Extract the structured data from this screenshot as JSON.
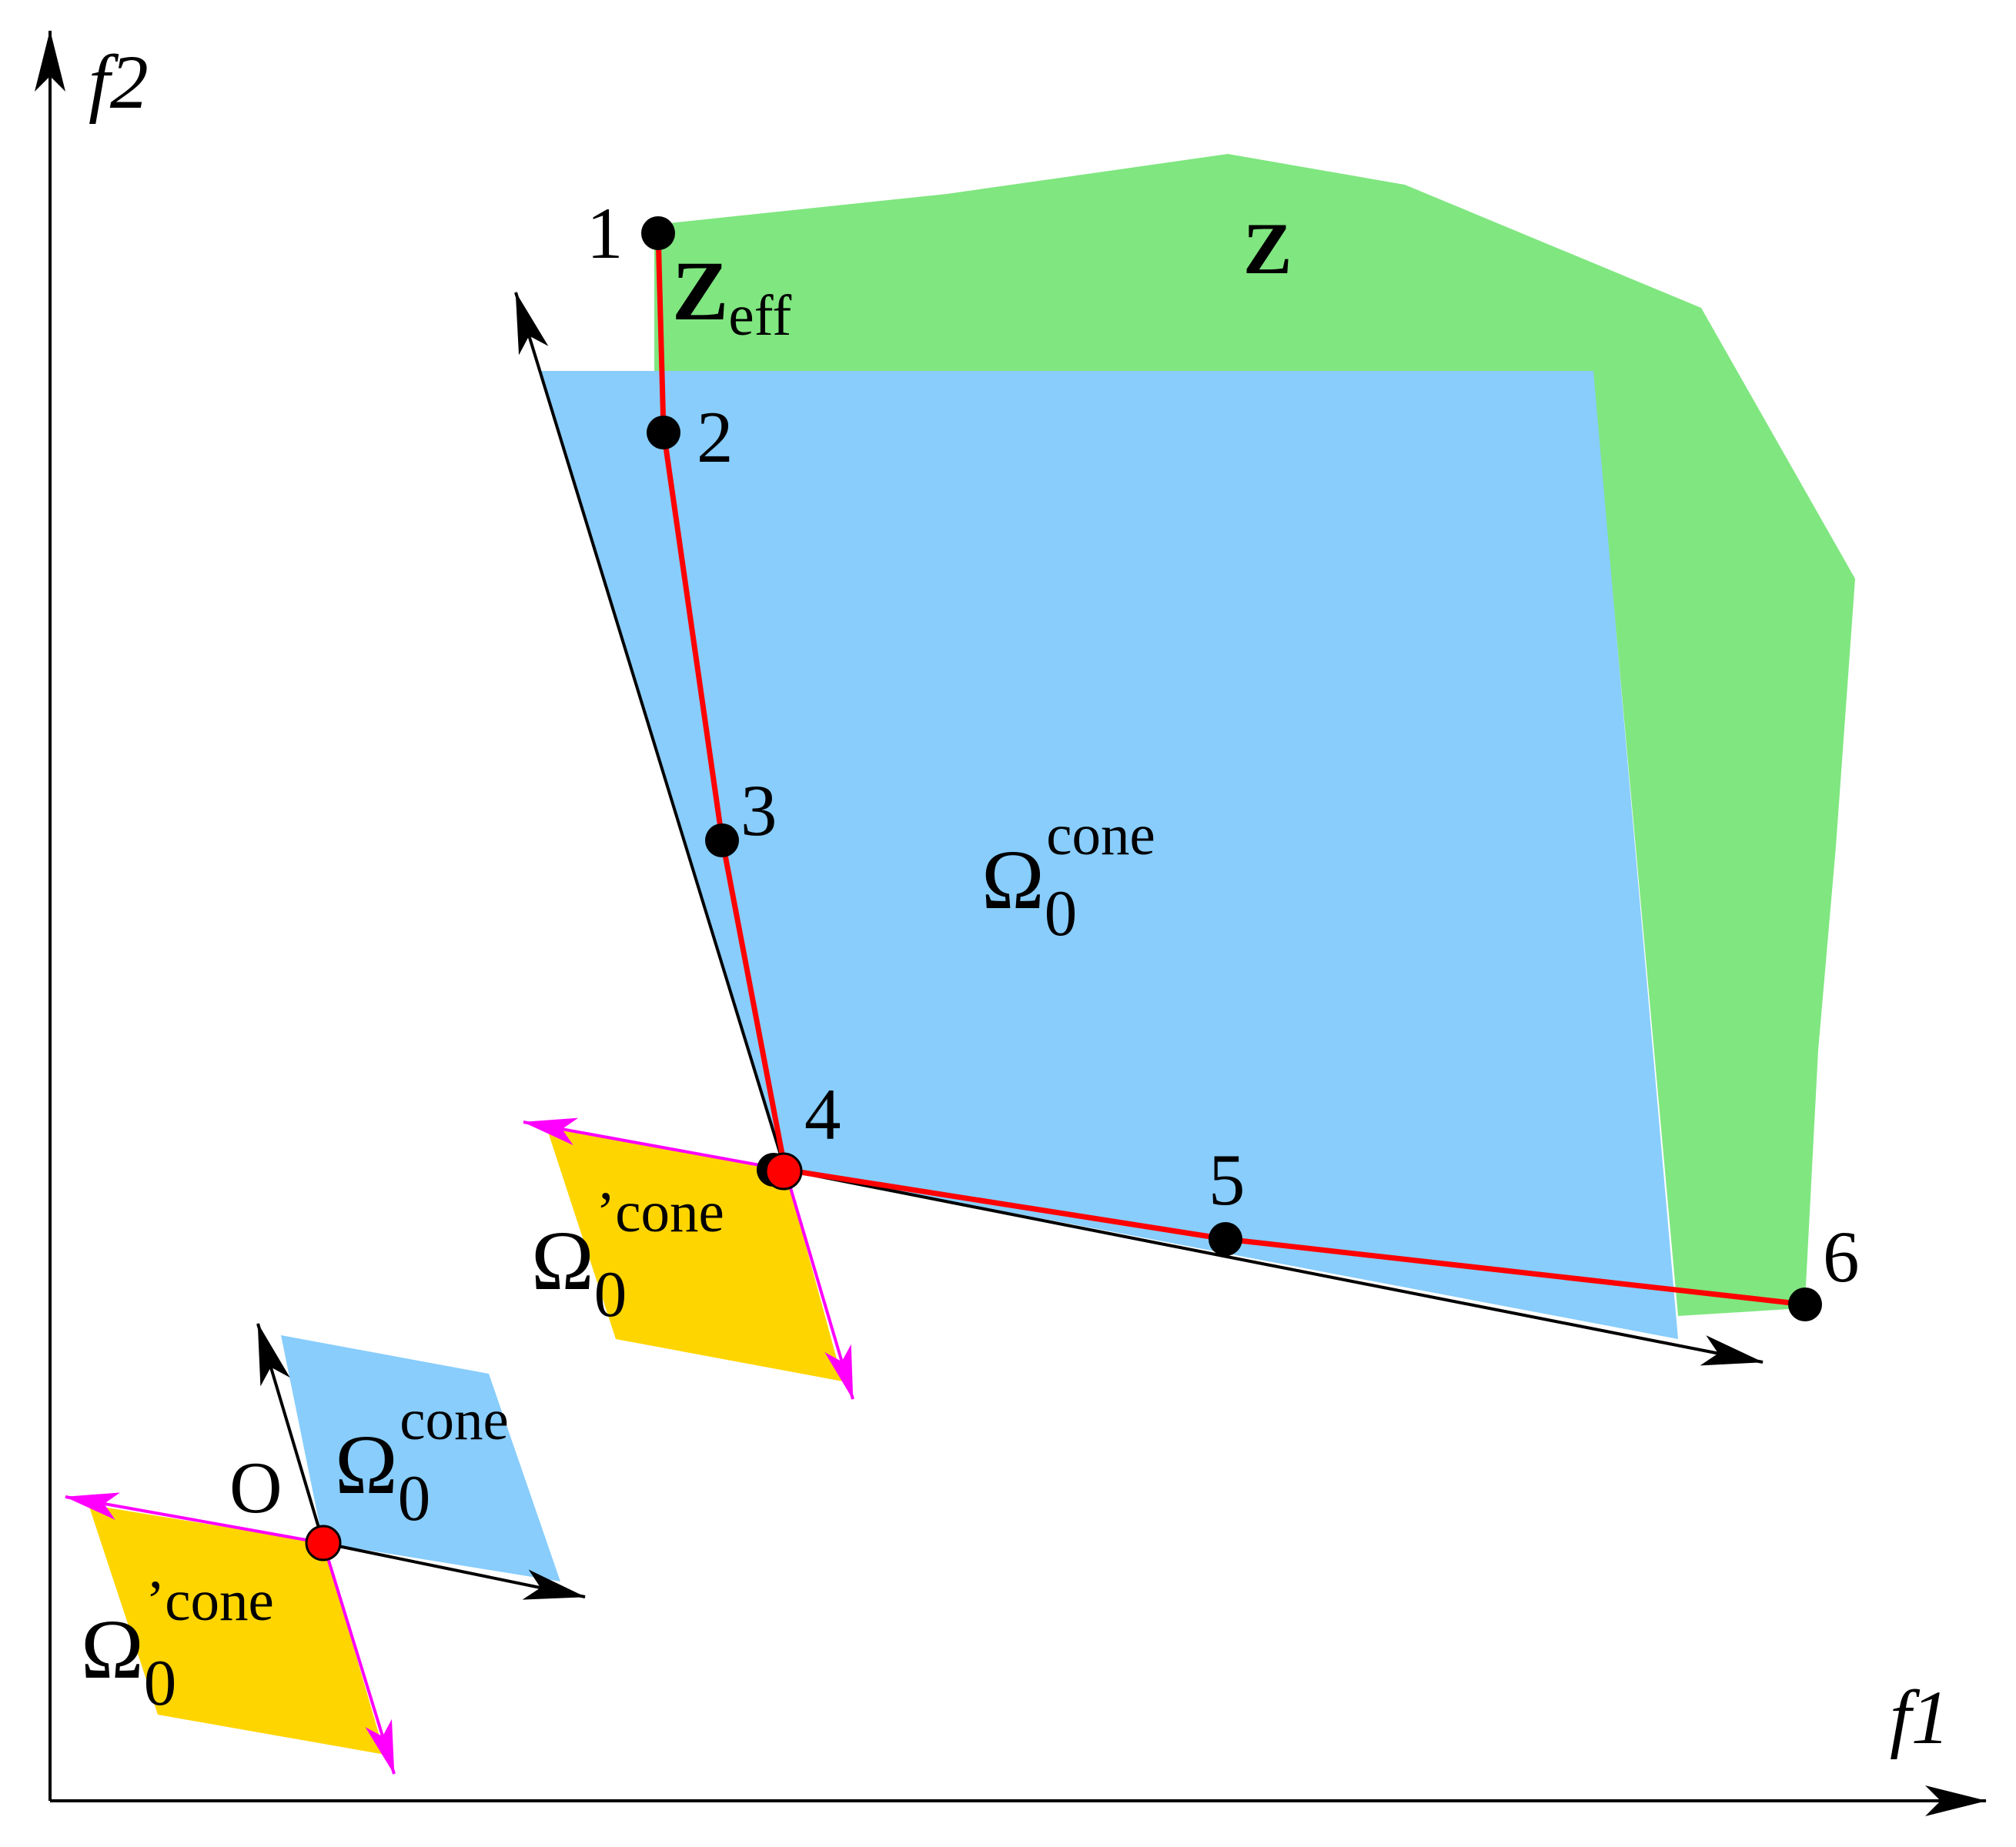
{
  "axes": {
    "x_label": "f1",
    "y_label": "f2"
  },
  "regions": {
    "z": {
      "label": "Z",
      "color": "#80e680"
    },
    "cone": {
      "symbol": "Ω",
      "subscript": "0",
      "superscript": "cone",
      "color": "#88cdfc"
    },
    "prime_cone": {
      "symbol": "Ω",
      "subscript": "0",
      "superscript": "’cone",
      "color": "#ffd500"
    }
  },
  "zeff": {
    "main": "Z",
    "subscript": "eff"
  },
  "origin": {
    "label": "O"
  },
  "points": [
    {
      "id": 1,
      "label": "1"
    },
    {
      "id": 2,
      "label": "2"
    },
    {
      "id": 3,
      "label": "3"
    },
    {
      "id": 4,
      "label": "4"
    },
    {
      "id": 5,
      "label": "5"
    },
    {
      "id": 6,
      "label": "6"
    }
  ],
  "colors": {
    "pareto_line": "#ff0000",
    "prime_arrows": "#ff00ff",
    "axis": "#000000",
    "point_fill": "#000000",
    "apex_fill": "#ff0000"
  }
}
